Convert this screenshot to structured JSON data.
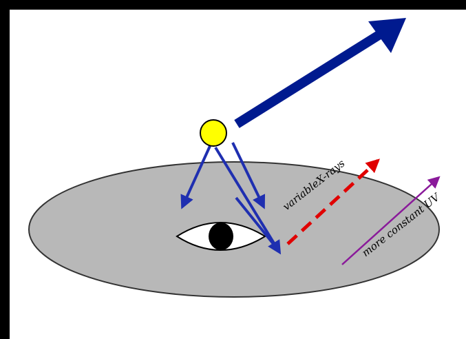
{
  "diagram": {
    "labels": {
      "xrays": "variableX-rays",
      "uv": "more constant UV"
    },
    "colors": {
      "background_frame": "#000000",
      "panel": "#ffffff",
      "disk_fill": "#b8b8b8",
      "disk_edge": "#333333",
      "hole_fill": "#ffffff",
      "central_object": "#000000",
      "star_fill": "#ffff00",
      "arrow_blue": "#1f2fb0",
      "jet_blue": "#001a8f",
      "xray_red": "#e00000",
      "uv_purple": "#8a1a9a"
    },
    "icons": {
      "source": "yellow-circle-star",
      "observer_region": "central-eye-shaped-hole"
    }
  }
}
